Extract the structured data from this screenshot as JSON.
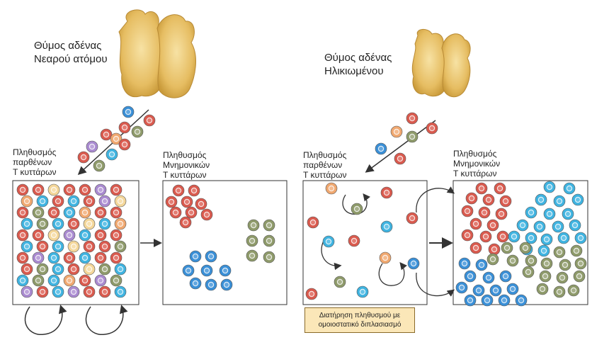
{
  "thymus_young": {
    "line1": "Θύμος αδένας",
    "line2": "Νεαρού ατόμου"
  },
  "thymus_old": {
    "line1": "Θύμος αδένας",
    "line2": "Ηλικιωμένου"
  },
  "naive_label": {
    "line1": "Πληθυσμός",
    "line2": "παρθένων",
    "line3": "Τ κυττάρων"
  },
  "memory_label": {
    "line1": "Πληθυσμός",
    "line2": "Μνημονικών",
    "line3": "Τ κυττάρων"
  },
  "homeostasis_note": {
    "line1": "Διατήρηση πληθυσμού με",
    "line2": "ομοιοστατικό διπλασιασμό"
  },
  "colors": {
    "red": "#d95a4e",
    "blue": "#3a8fd6",
    "cyan": "#3fb3e0",
    "green": "#8e9a6a",
    "purple": "#a98ad0",
    "orange": "#f0a870",
    "yellow": "#f4d79a",
    "thymus": "#e8c36a"
  }
}
